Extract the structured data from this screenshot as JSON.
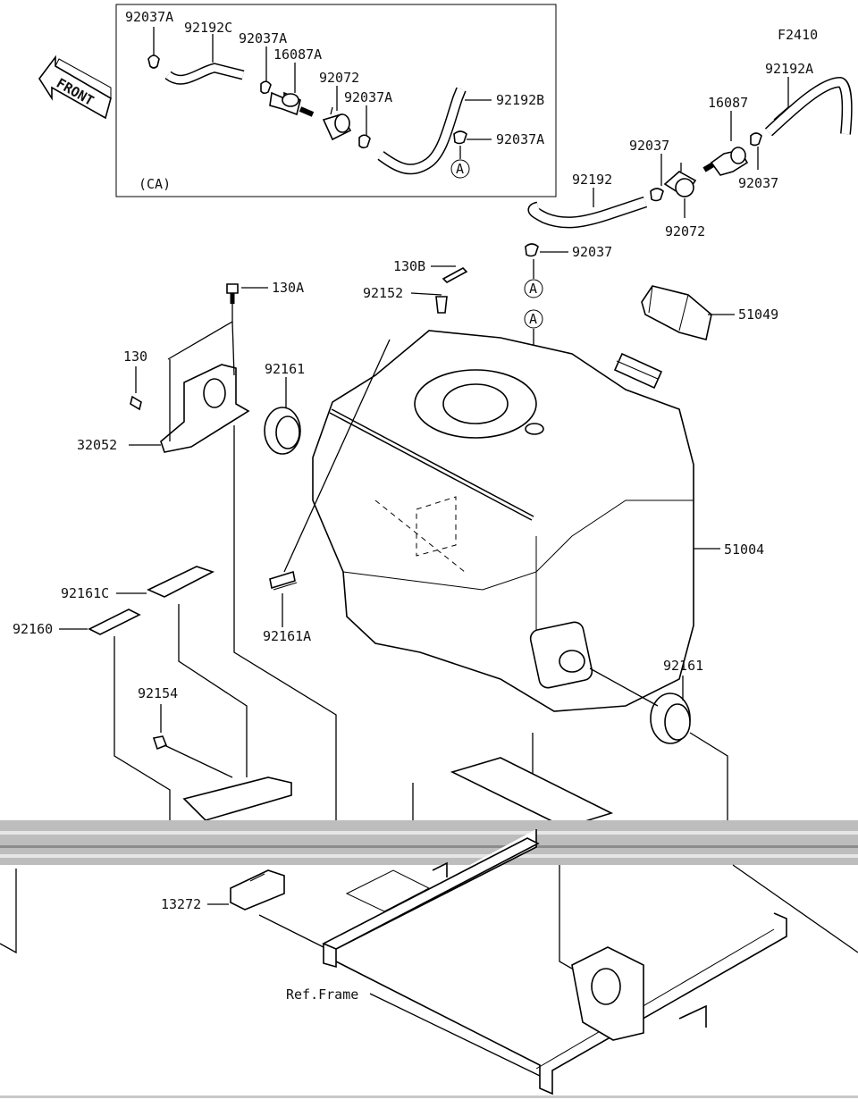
{
  "figure_code": "F2410",
  "front_label": "FRONT",
  "inset_label": "(CA)",
  "ref_label": "Ref.Frame",
  "callout_letter": "A",
  "parts": {
    "p_92037A_1": "92037A",
    "p_92192C": "92192C",
    "p_92037A_2": "92037A",
    "p_16087A": "16087A",
    "p_92072_ca": "92072",
    "p_92037A_3": "92037A",
    "p_92192B": "92192B",
    "p_92037A_4": "92037A",
    "p_92192A": "92192A",
    "p_16087": "16087",
    "p_92037_1": "92037",
    "p_92037_2": "92037",
    "p_92192": "92192",
    "p_92072": "92072",
    "p_92037_3": "92037",
    "p_130B": "130B",
    "p_130A": "130A",
    "p_92152": "92152",
    "p_51049": "51049",
    "p_130": "130",
    "p_92161_1": "92161",
    "p_32052": "32052",
    "p_51004": "51004",
    "p_92161C": "92161C",
    "p_92160": "92160",
    "p_92161A": "92161A",
    "p_92161_2": "92161",
    "p_92154": "92154",
    "p_13272": "13272"
  }
}
